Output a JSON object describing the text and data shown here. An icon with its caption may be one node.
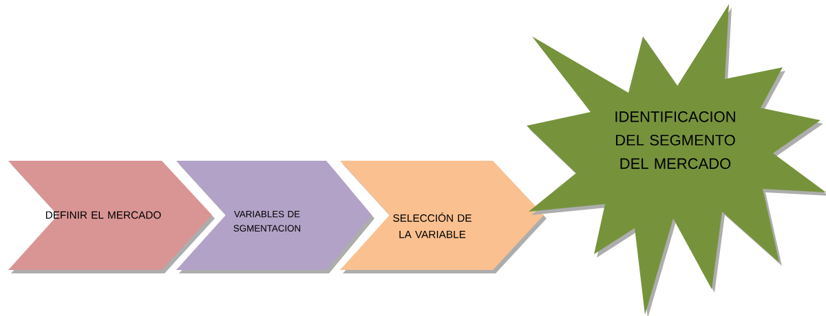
{
  "diagram": {
    "nodes": [
      {
        "text": [
          "DEFINIR EL MERCADO"
        ]
      },
      {
        "text": [
          "VARIABLES DE SGMENTACION"
        ]
      },
      {
        "text": [
          "SELECCIÓN DE LA VARIABLE"
        ]
      },
      {
        "text": [
          "IDENTIFICACION DEL SEGMENTO DEL MERCADO"
        ]
      }
    ]
  }
}
